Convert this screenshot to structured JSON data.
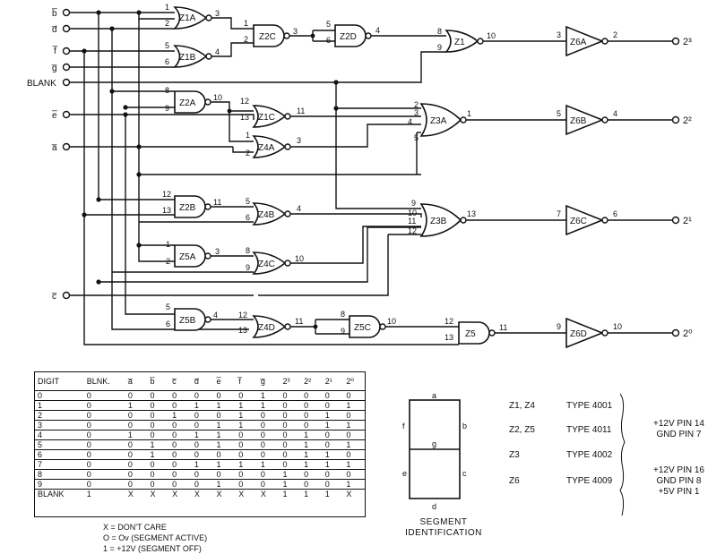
{
  "inputs": [
    "b̅",
    "d̅",
    "f̅",
    "g̅",
    "BLANK",
    "e̅",
    "a̅",
    "c̅"
  ],
  "outputs": [
    "2³",
    "2²",
    "2¹",
    "2⁰"
  ],
  "gates": {
    "Z1A": "Z1A",
    "Z1B": "Z1B",
    "Z2C": "Z2C",
    "Z2D": "Z2D",
    "Z1": "Z1",
    "Z6A": "Z6A",
    "Z2A": "Z2A",
    "Z1C": "Z1C",
    "Z3A": "Z3A",
    "Z6B": "Z6B",
    "Z4A": "Z4A",
    "Z2B": "Z2B",
    "Z4B": "Z4B",
    "Z3B": "Z3B",
    "Z6C": "Z6C",
    "Z5A": "Z5A",
    "Z4C": "Z4C",
    "Z5B": "Z5B",
    "Z4D": "Z4D",
    "Z5C": "Z5C",
    "Z5": "Z5",
    "Z6D": "Z6D"
  },
  "truth_table": {
    "headers": [
      "DIGIT",
      "BLNK.",
      "a̅",
      "b̅",
      "c̅",
      "d̅",
      "e̅",
      "f̅",
      "g̅",
      "2³",
      "2²",
      "2¹",
      "2⁰"
    ],
    "rows": [
      [
        "0",
        "0",
        "0",
        "0",
        "0",
        "0",
        "0",
        "0",
        "1",
        "0",
        "0",
        "0",
        "0"
      ],
      [
        "1",
        "0",
        "1",
        "0",
        "0",
        "1",
        "1",
        "1",
        "1",
        "0",
        "0",
        "0",
        "1"
      ],
      [
        "2",
        "0",
        "0",
        "0",
        "1",
        "0",
        "0",
        "1",
        "0",
        "0",
        "0",
        "1",
        "0"
      ],
      [
        "3",
        "0",
        "0",
        "0",
        "0",
        "0",
        "1",
        "1",
        "0",
        "0",
        "0",
        "1",
        "1"
      ],
      [
        "4",
        "0",
        "1",
        "0",
        "0",
        "1",
        "1",
        "0",
        "0",
        "0",
        "1",
        "0",
        "0"
      ],
      [
        "5",
        "0",
        "0",
        "1",
        "0",
        "0",
        "1",
        "0",
        "0",
        "0",
        "1",
        "0",
        "1"
      ],
      [
        "6",
        "0",
        "0",
        "1",
        "0",
        "0",
        "0",
        "0",
        "0",
        "0",
        "1",
        "1",
        "0"
      ],
      [
        "7",
        "0",
        "0",
        "0",
        "0",
        "1",
        "1",
        "1",
        "1",
        "0",
        "1",
        "1",
        "1"
      ],
      [
        "8",
        "0",
        "0",
        "0",
        "0",
        "0",
        "0",
        "0",
        "0",
        "1",
        "0",
        "0",
        "0"
      ],
      [
        "9",
        "0",
        "0",
        "0",
        "0",
        "0",
        "1",
        "0",
        "0",
        "1",
        "0",
        "0",
        "1"
      ],
      [
        "BLANK",
        "1",
        "X",
        "X",
        "X",
        "X",
        "X",
        "X",
        "X",
        "1",
        "1",
        "1",
        "X"
      ]
    ]
  },
  "legend": [
    "X = DON'T CARE",
    "O = Ov (SEGMENT ACTIVE)",
    "1 = +12V (SEGMENT OFF)"
  ],
  "segment_id": {
    "segments": [
      "a",
      "b",
      "c",
      "d",
      "e",
      "f",
      "g"
    ],
    "caption_line1": "SEGMENT",
    "caption_line2": "IDENTIFICATION"
  },
  "ic_types": [
    {
      "name": "Z1, Z4",
      "type": "TYPE 4001"
    },
    {
      "name": "Z2, Z5",
      "type": "TYPE 4011"
    },
    {
      "name": "Z3",
      "type": "TYPE 4002"
    },
    {
      "name": "Z6",
      "type": "TYPE 4009"
    }
  ],
  "power_notes": {
    "group1": [
      "+12V PIN 14",
      "GND PIN 7"
    ],
    "group2": [
      "+12V PIN 16",
      "GND PIN 8",
      "+5V PIN 1"
    ]
  }
}
